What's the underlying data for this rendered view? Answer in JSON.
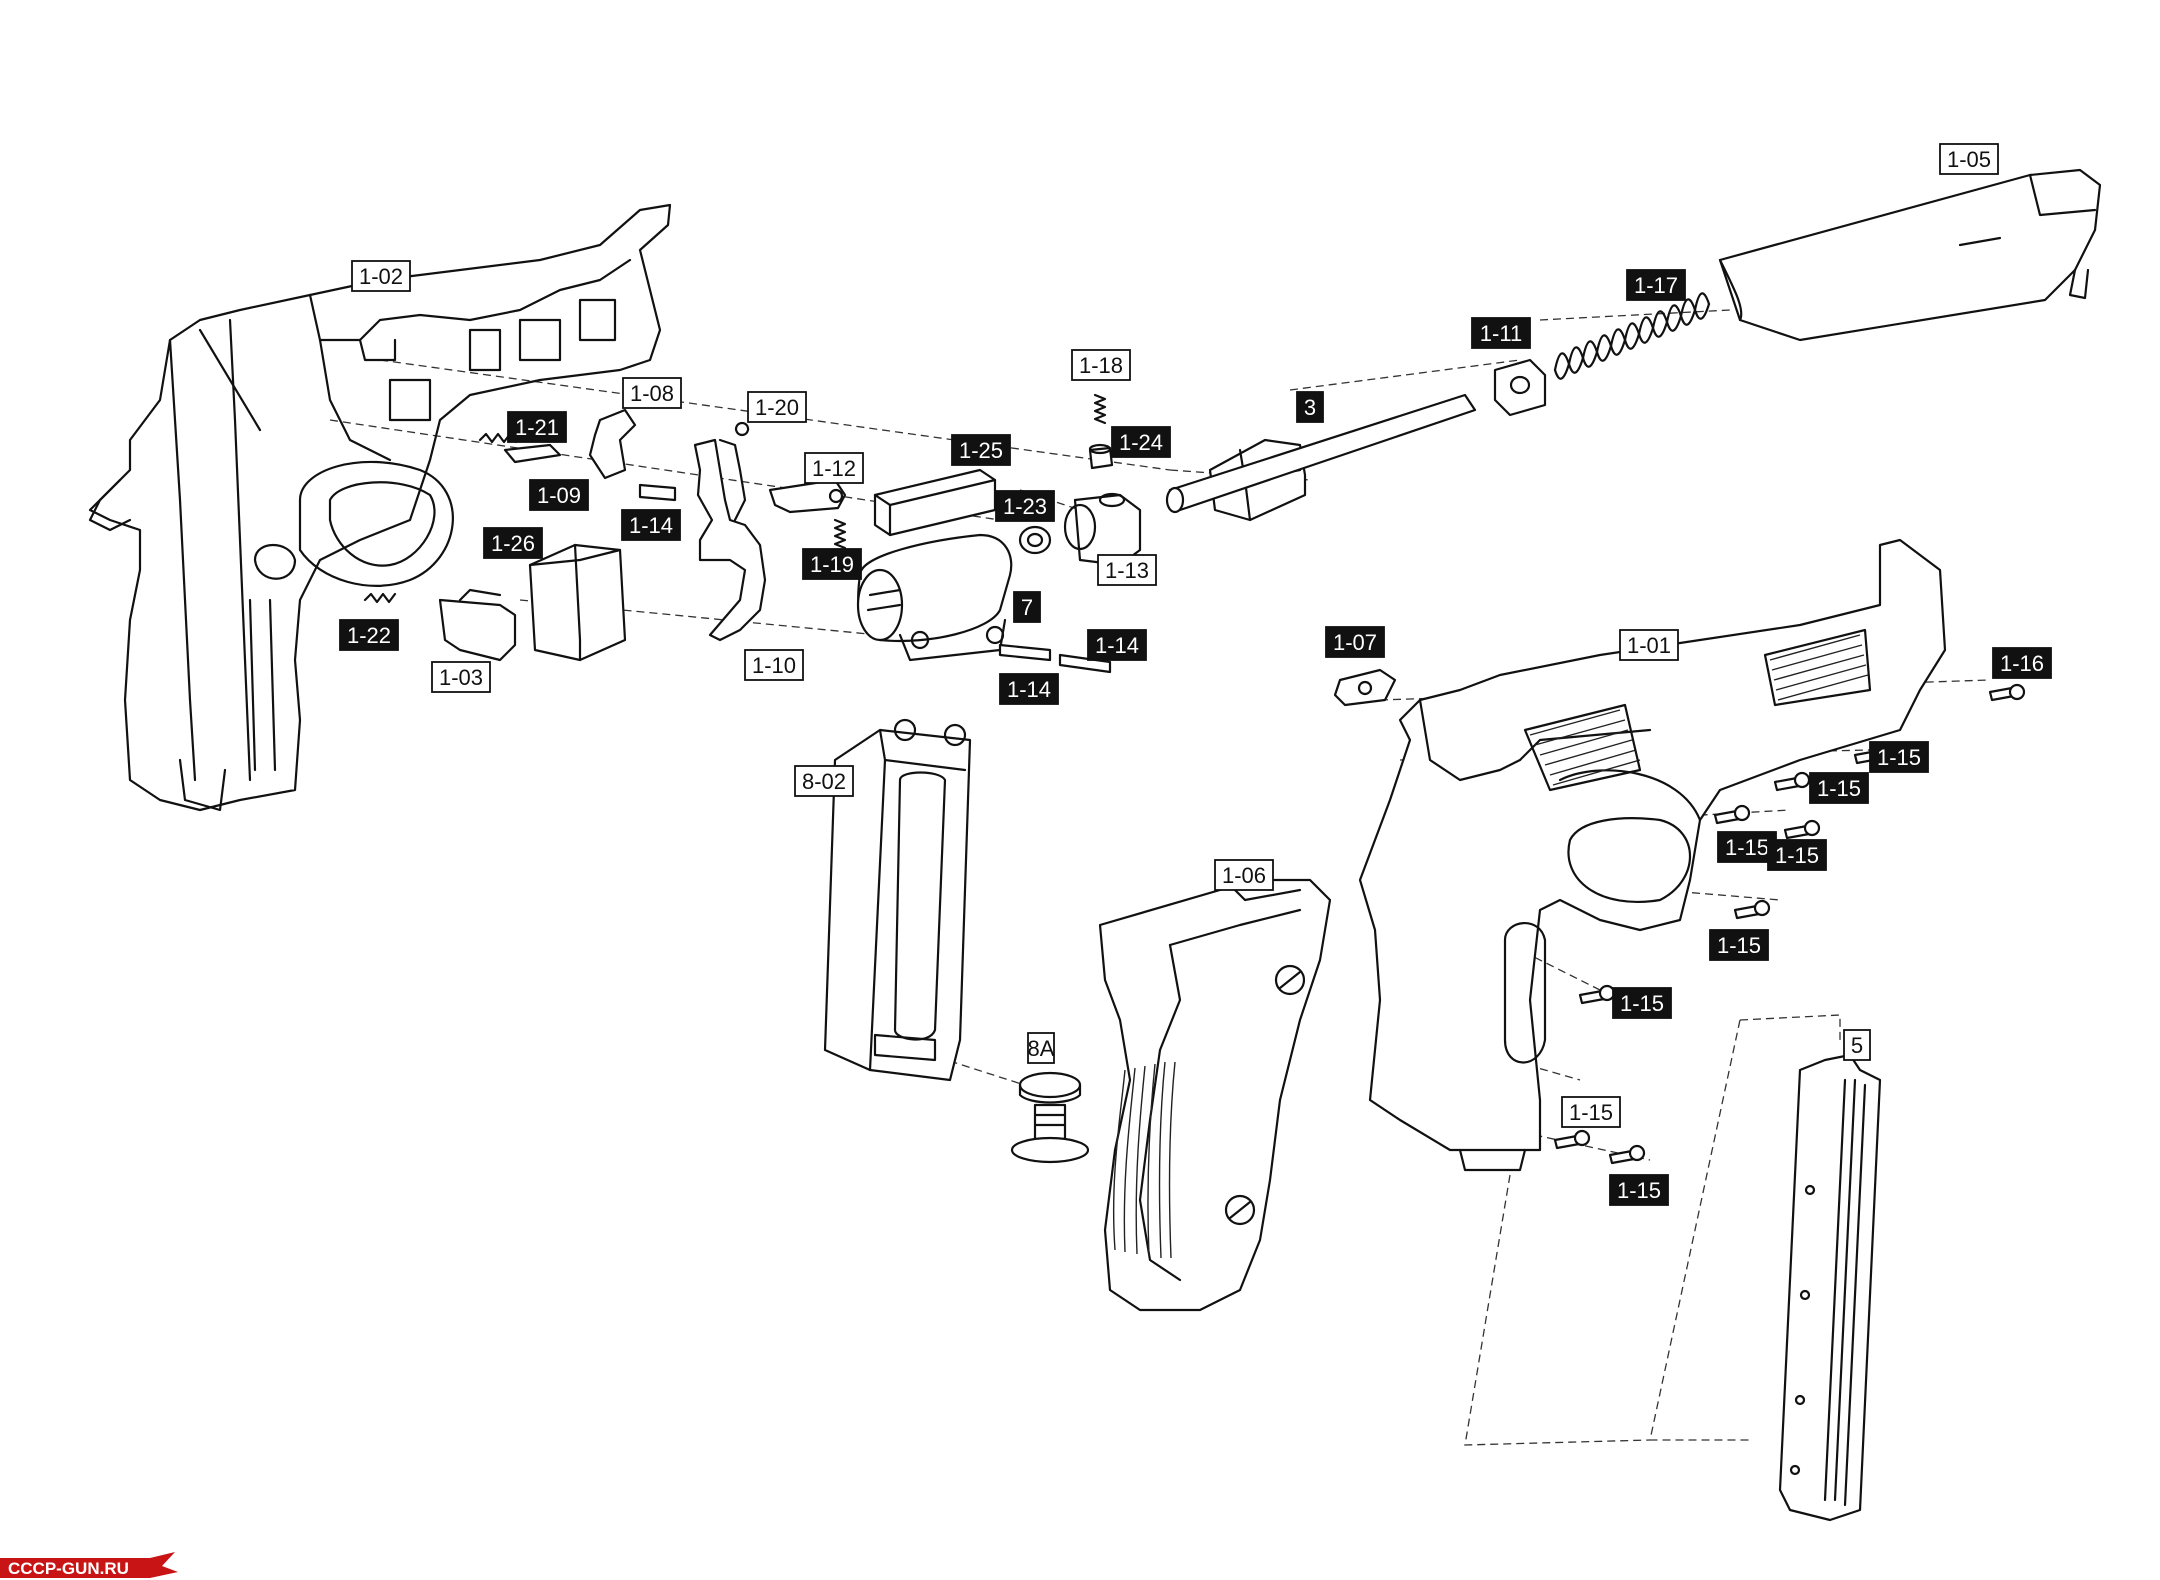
{
  "labels": [
    {
      "id": "1-02",
      "style": "outline"
    },
    {
      "id": "1-08",
      "style": "outline"
    },
    {
      "id": "1-20",
      "style": "outline"
    },
    {
      "id": "1-21",
      "style": "filled"
    },
    {
      "id": "1-09",
      "style": "filled"
    },
    {
      "id": "1-14",
      "style": "filled"
    },
    {
      "id": "1-26",
      "style": "filled"
    },
    {
      "id": "1-22",
      "style": "filled"
    },
    {
      "id": "1-03",
      "style": "outline"
    },
    {
      "id": "1-10",
      "style": "outline"
    },
    {
      "id": "1-12",
      "style": "outline"
    },
    {
      "id": "1-25",
      "style": "filled"
    },
    {
      "id": "1-19",
      "style": "filled"
    },
    {
      "id": "1-23",
      "style": "filled"
    },
    {
      "id": "7",
      "style": "filled"
    },
    {
      "id": "1-14",
      "style": "filled"
    },
    {
      "id": "1-14",
      "style": "filled"
    },
    {
      "id": "1-18",
      "style": "outline"
    },
    {
      "id": "1-24",
      "style": "filled"
    },
    {
      "id": "1-13",
      "style": "outline"
    },
    {
      "id": "3",
      "style": "filled"
    },
    {
      "id": "1-11",
      "style": "filled"
    },
    {
      "id": "1-17",
      "style": "filled"
    },
    {
      "id": "1-05",
      "style": "outline"
    },
    {
      "id": "1-07",
      "style": "filled"
    },
    {
      "id": "1-01",
      "style": "outline"
    },
    {
      "id": "1-16",
      "style": "filled"
    },
    {
      "id": "1-15",
      "style": "filled"
    },
    {
      "id": "1-15",
      "style": "filled"
    },
    {
      "id": "1-15",
      "style": "filled"
    },
    {
      "id": "1-15",
      "style": "filled"
    },
    {
      "id": "1-15",
      "style": "filled"
    },
    {
      "id": "1-15",
      "style": "filled"
    },
    {
      "id": "1-15",
      "style": "outline"
    },
    {
      "id": "1-15",
      "style": "filled"
    },
    {
      "id": "8-02",
      "style": "outline"
    },
    {
      "id": "8A",
      "style": "outline"
    },
    {
      "id": "1-06",
      "style": "outline"
    },
    {
      "id": "5",
      "style": "outline"
    }
  ],
  "watermark": {
    "text": "CCCP-GUN.RU",
    "color": "#c81414"
  },
  "colors": {
    "line": "#111111",
    "background": "#ffffff"
  }
}
